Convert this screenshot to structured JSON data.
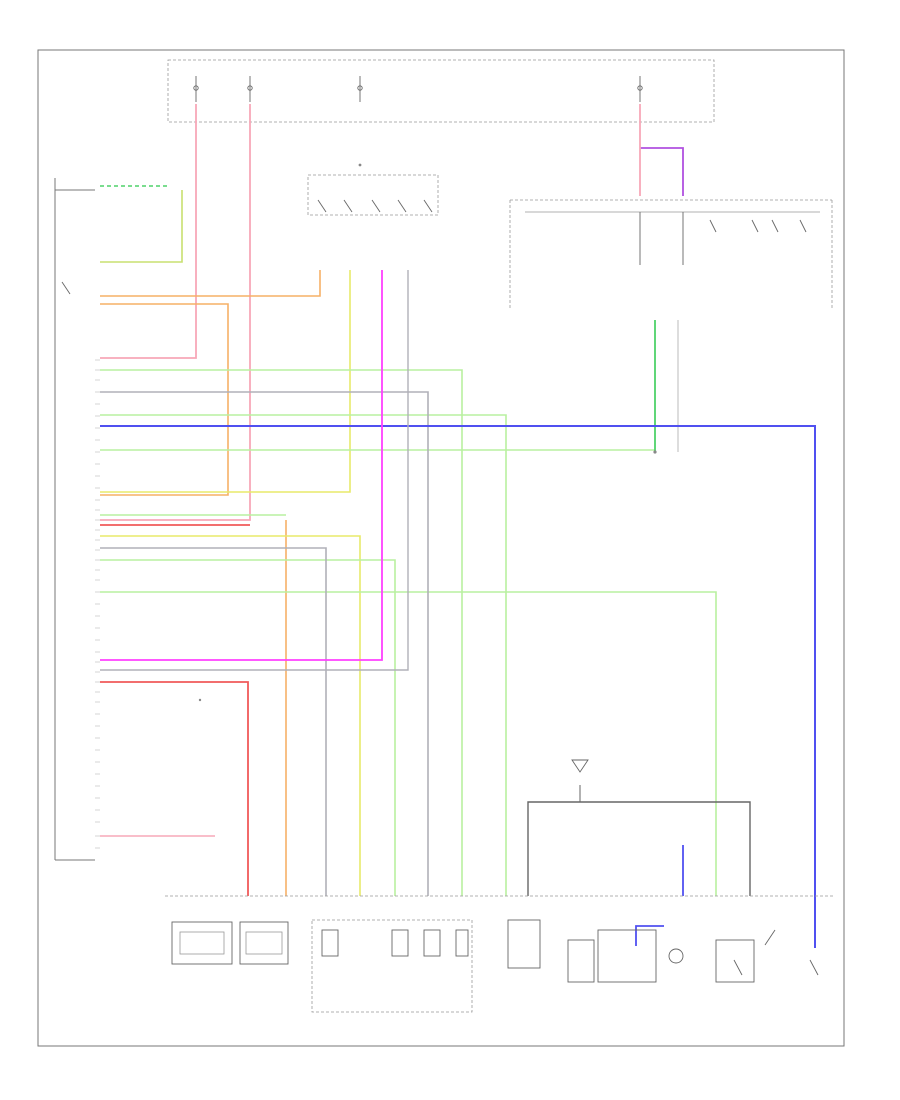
{
  "diagram": {
    "page_ref": "",
    "fuse_labels": [
      {
        "id": "fuse1",
        "text": ""
      },
      {
        "id": "fuse2",
        "text": ""
      },
      {
        "id": "fuse3",
        "text": ""
      },
      {
        "id": "fuse4",
        "text": ""
      }
    ],
    "component_labels": [],
    "colors": {
      "pink": "#f7a8b8",
      "red": "#f05a5a",
      "orange": "#f6b067",
      "yellow": "#e8ea6a",
      "green": "#4fd26a",
      "light_green": "#b9f0a0",
      "blue": "#5050f0",
      "purple": "#b050e0",
      "magenta": "#ff40ff",
      "gray": "#b0b0b8",
      "frame": "#777777"
    }
  }
}
